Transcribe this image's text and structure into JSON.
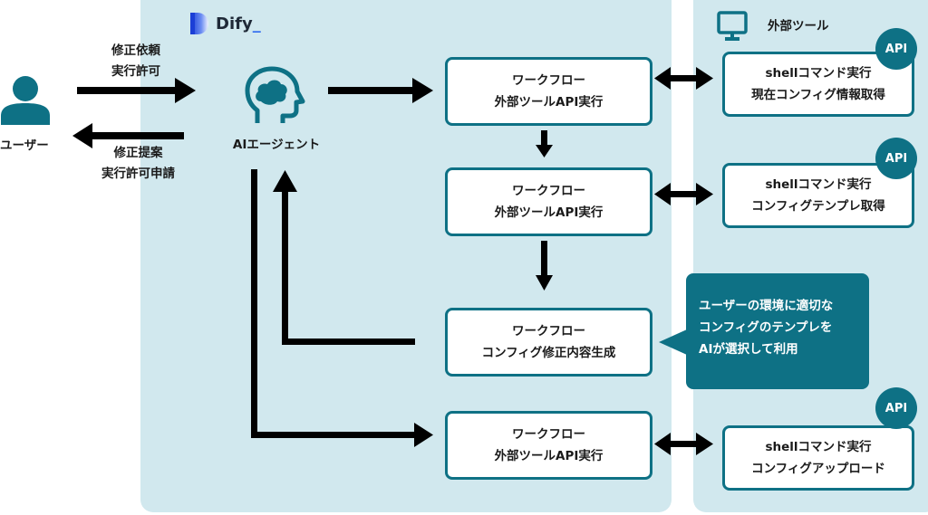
{
  "colors": {
    "panel_bg": "#d1e8ee",
    "accent": "#0e7185",
    "arrow": "#000000",
    "box_bg": "#ffffff"
  },
  "dify": {
    "logo_text": "Dify",
    "logo_suffix": "_",
    "logo_icon": "dify-logo-icon"
  },
  "user": {
    "label": "ユーザー",
    "icon": "user-icon"
  },
  "agent": {
    "label": "AIエージェント",
    "icon": "ai-head-icon"
  },
  "user_to_agent": {
    "lines": [
      "修正依頼",
      "実行許可"
    ]
  },
  "agent_to_user": {
    "lines": [
      "修正提案",
      "実行許可申請"
    ]
  },
  "external": {
    "title": "外部ツール",
    "icon": "monitor-icon",
    "badge": "API"
  },
  "workflows": [
    {
      "line1": "ワークフロー",
      "line2": "外部ツールAPI実行"
    },
    {
      "line1": "ワークフロー",
      "line2": "外部ツールAPI実行"
    },
    {
      "line1": "ワークフロー",
      "line2": "コンフィグ修正内容生成"
    },
    {
      "line1": "ワークフロー",
      "line2": "外部ツールAPI実行"
    }
  ],
  "api_tools": [
    {
      "line1": "shellコマンド実行",
      "line2": "現在コンフィグ情報取得"
    },
    {
      "line1": "shellコマンド実行",
      "line2": "コンフィグテンプレ取得"
    },
    {
      "line1": "shellコマンド実行",
      "line2": "コンフィグアップロード"
    }
  ],
  "callout": {
    "lines": [
      "ユーザーの環境に適切な",
      "コンフィグのテンプレを",
      "AIが選択して利用"
    ]
  }
}
